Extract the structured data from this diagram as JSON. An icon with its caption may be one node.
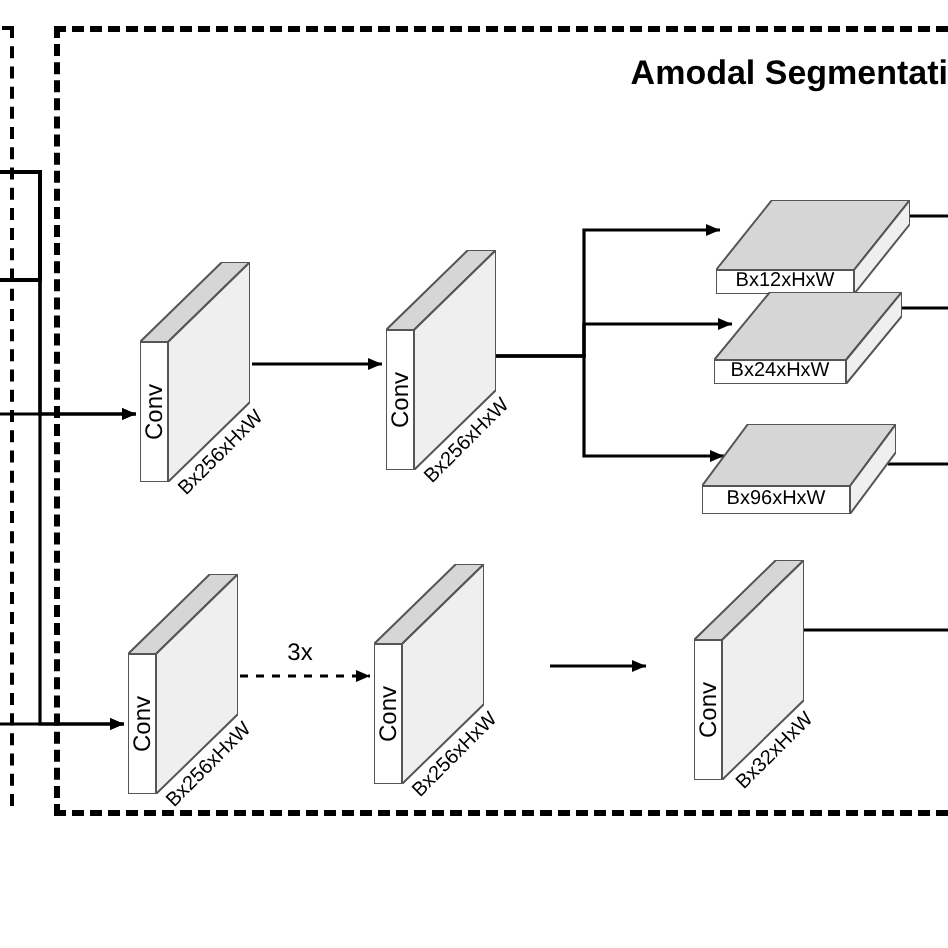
{
  "diagram": {
    "nodes": [
      {
        "text": [
          "Amodal Segmentati"
        ]
      },
      {
        "text": [],
        "shape": "box"
      },
      {
        "text": [
          "Conv"
        ],
        "beside": [
          "Bx256xHxW"
        ],
        "in": 0
      },
      {
        "text": [
          "Conv"
        ],
        "beside": [
          "Bx256xHxW"
        ],
        "in": 0
      },
      {
        "text": [
          "Bx12xHxW"
        ],
        "in": 0
      },
      {
        "text": [
          "Bx24xHxW"
        ],
        "in": 0
      },
      {
        "text": [
          "Bx96xHxW"
        ],
        "in": 0
      },
      {
        "text": [
          "Conv"
        ],
        "beside": [
          "Bx256xHxW"
        ],
        "in": 0
      },
      {
        "text": [
          "Conv"
        ],
        "beside": [
          "Bx256xHxW"
        ],
        "in": 0
      },
      {
        "text": [
          "Conv"
        ],
        "beside": [
          "Bx32xHxW"
        ],
        "in": 0
      }
    ],
    "edges": [
      {
        "from": null,
        "to": 2,
        "arrow": "to"
      },
      {
        "from": 1,
        "to": 2,
        "arrow": "to"
      },
      {
        "from": null,
        "to": 7,
        "arrow": "to"
      },
      {
        "from": 1,
        "to": 7,
        "arrow": "to"
      },
      {
        "from": 2,
        "to": 3,
        "arrow": "to"
      },
      {
        "from": 3,
        "to": 4,
        "arrow": "to"
      },
      {
        "from": 3,
        "to": 5,
        "arrow": "to"
      },
      {
        "from": 3,
        "to": 6,
        "arrow": "to"
      },
      {
        "from": 4,
        "to": null,
        "arrow": "none"
      },
      {
        "from": 5,
        "to": null,
        "arrow": "none"
      },
      {
        "from": 6,
        "to": null,
        "arrow": "none"
      },
      {
        "from": 7,
        "to": 8,
        "arrow": "to",
        "label": "3x",
        "style": "dashed"
      },
      {
        "from": 8,
        "to": 9,
        "arrow": "to"
      },
      {
        "from": 9,
        "to": null,
        "arrow": "none"
      }
    ]
  }
}
